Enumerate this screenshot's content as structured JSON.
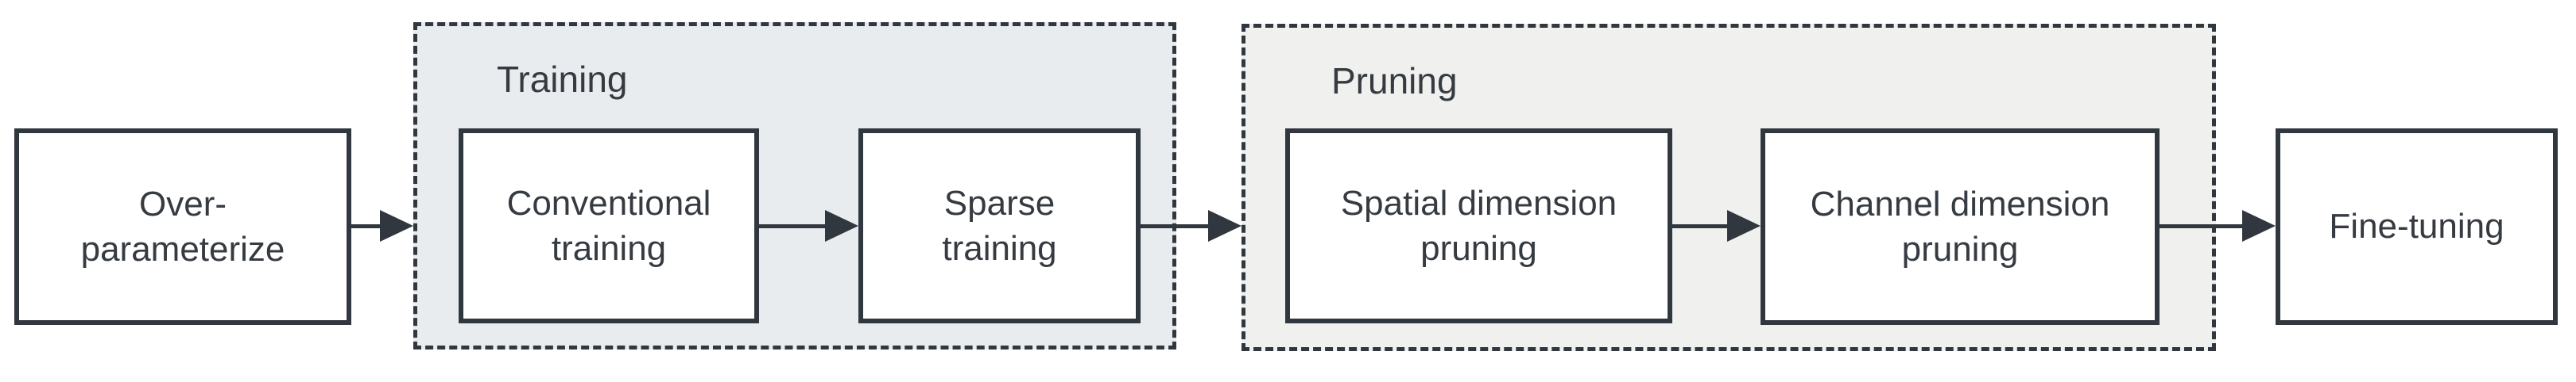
{
  "diagram": {
    "type": "flowchart-pipeline",
    "groups": {
      "training": {
        "label": "Training",
        "fill": "#e9ecef"
      },
      "pruning": {
        "label": "Pruning",
        "fill": "#f0f0ee"
      }
    },
    "nodes": {
      "overparameterize": {
        "label": "Over-\nparameterize"
      },
      "conventional_training": {
        "label": "Conventional\ntraining"
      },
      "sparse_training": {
        "label": "Sparse\ntraining"
      },
      "spatial_pruning": {
        "label": "Spatial dimension\npruning"
      },
      "channel_pruning": {
        "label": "Channel dimension\npruning"
      },
      "fine_tuning": {
        "label": "Fine-tuning"
      }
    },
    "flow_order": [
      "Over-parameterize",
      "Conventional training",
      "Sparse training",
      "Spatial dimension pruning",
      "Channel dimension pruning",
      "Fine-tuning"
    ],
    "colors": {
      "line": "#31373e",
      "text": "#363b42",
      "node_fill": "#ffffff",
      "training_fill": "#e9ecef",
      "pruning_fill": "#f0f0ee",
      "background": "#ffffff"
    }
  }
}
